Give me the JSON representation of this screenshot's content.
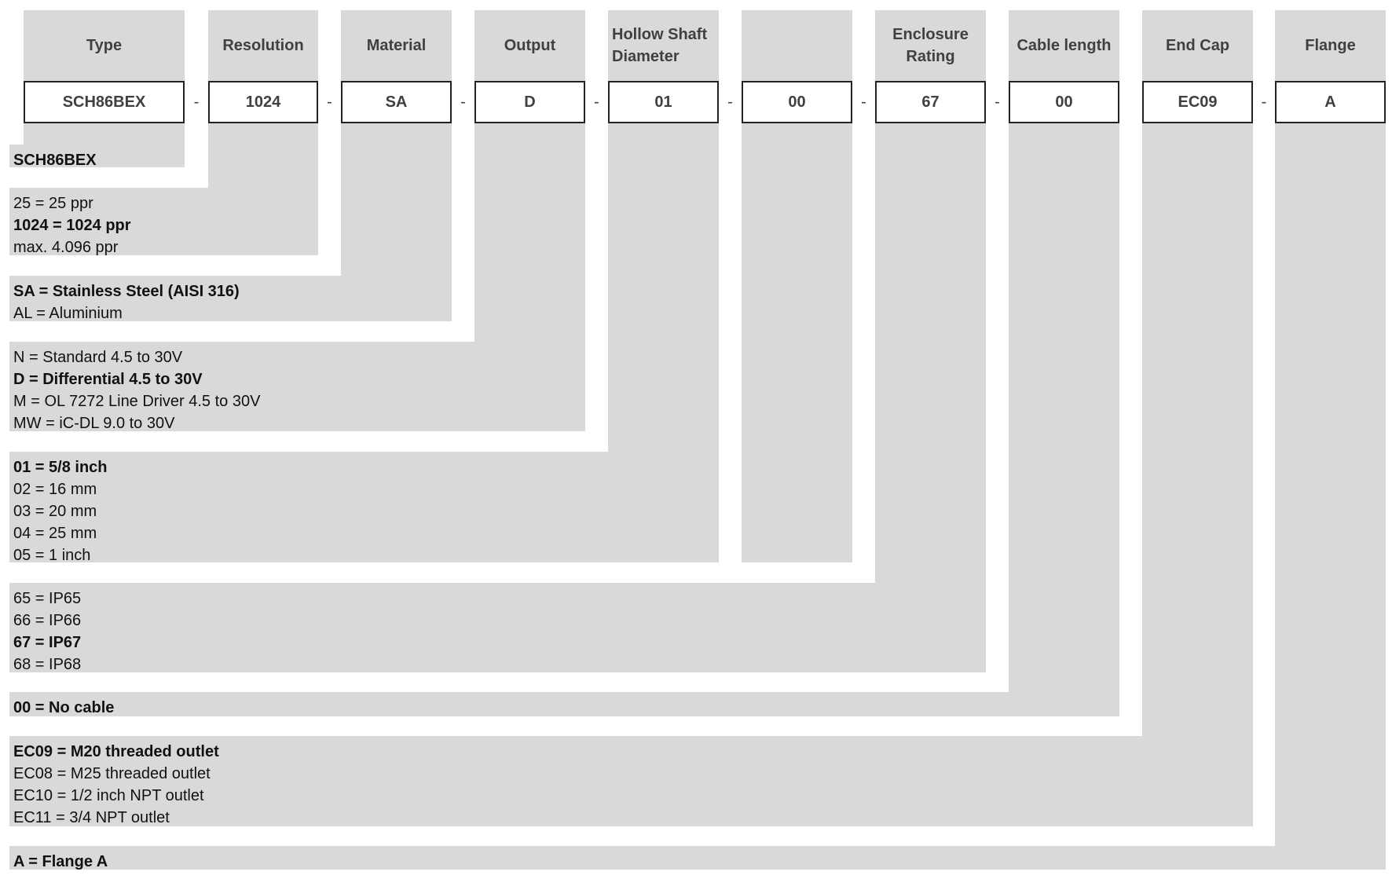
{
  "columns": [
    {
      "header": "Type",
      "value": "SCH86BEX",
      "separator": "-"
    },
    {
      "header": "Resolution",
      "value": "1024",
      "separator": "-"
    },
    {
      "header": "Material",
      "value": "SA",
      "separator": "-"
    },
    {
      "header": "Output",
      "value": "D",
      "separator": "-"
    },
    {
      "header": "Hollow Shaft\nDiameter",
      "value": "01",
      "separator": "-"
    },
    {
      "header": "",
      "value": "00",
      "separator": "-"
    },
    {
      "header": "Enclosure\nRating",
      "value": "67",
      "separator": "-"
    },
    {
      "header": "Cable length",
      "value": "00",
      "separator": ""
    },
    {
      "header": "End Cap",
      "value": "EC09",
      "separator": "-"
    },
    {
      "header": "Flange",
      "value": "A",
      "separator": ""
    }
  ],
  "options": [
    [
      {
        "text": "SCH86BEX",
        "bold": true
      }
    ],
    [
      {
        "text": "25 = 25 ppr",
        "bold": false
      },
      {
        "text": "1024 = 1024 ppr",
        "bold": true
      },
      {
        "text": "max. 4.096 ppr",
        "bold": false
      }
    ],
    [
      {
        "text": "SA = Stainless Steel (AISI 316)",
        "bold": true
      },
      {
        "text": "AL = Aluminium",
        "bold": false
      }
    ],
    [
      {
        "text": "N = Standard 4.5 to 30V",
        "bold": false
      },
      {
        "text": "D = Differential 4.5 to 30V",
        "bold": true
      },
      {
        "text": "M = OL 7272 Line Driver 4.5 to 30V",
        "bold": false
      },
      {
        "text": "MW = iC-DL 9.0 to 30V",
        "bold": false
      }
    ],
    [
      {
        "text": "01 = 5/8 inch",
        "bold": true
      },
      {
        "text": "02 = 16 mm",
        "bold": false
      },
      {
        "text": "03 = 20 mm",
        "bold": false
      },
      {
        "text": "04 = 25 mm",
        "bold": false
      },
      {
        "text": "05 = 1 inch",
        "bold": false
      }
    ],
    [],
    [
      {
        "text": "65 = IP65",
        "bold": false
      },
      {
        "text": "66 = IP66",
        "bold": false
      },
      {
        "text": "67 = IP67",
        "bold": true
      },
      {
        "text": "68 = IP68",
        "bold": false
      }
    ],
    [
      {
        "text": "00 = No cable",
        "bold": true
      }
    ],
    [
      {
        "text": "EC09 = M20 threaded outlet",
        "bold": true
      },
      {
        "text": "EC08 = M25 threaded outlet",
        "bold": false
      },
      {
        "text": "EC10 = 1/2 inch NPT outlet",
        "bold": false
      },
      {
        "text": "EC11 = 3/4 NPT outlet",
        "bold": false
      }
    ],
    [
      {
        "text": "A = Flange A",
        "bold": true
      }
    ]
  ]
}
